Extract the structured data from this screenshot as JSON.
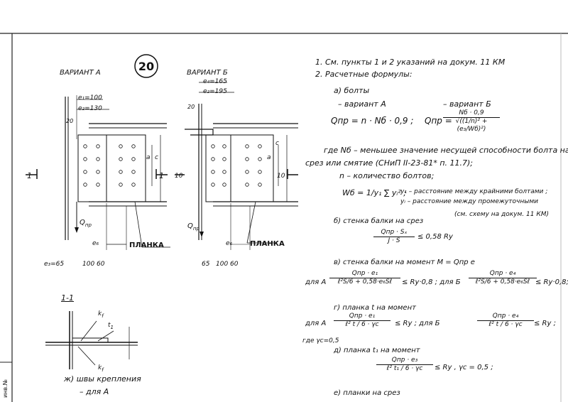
{
  "sheet_number": "20",
  "variant_a": {
    "title": "ВАРИАНТ А"
  },
  "variant_b": {
    "title": "ВАРИАНТ Б"
  },
  "dims": {
    "e1_100": "e₁=100",
    "e2_130": "e₂=130",
    "e4_165": "e₄=165",
    "e2_195": "e₂=195",
    "d20": "20",
    "d65": "65",
    "d100": "100",
    "d60": "60",
    "e3_65": "e₃=65",
    "e6": "e₆",
    "a": "a",
    "c": "c",
    "sec1": "1",
    "n10": "10"
  },
  "labels": {
    "planka": "ПЛАНКА",
    "qpr": "Q",
    "qpr_sub": "пр",
    "section": "1-1",
    "kf": "k",
    "kf_sub": "f",
    "t1": "t",
    "t1_sub": "1"
  },
  "notes": {
    "n1": "1. См. пункты 1 и 2 указаний на докум. 11 КМ",
    "n2": "2. Расчетные формулы:",
    "a_bolts": "а) болты",
    "var_a": "– вариант А",
    "var_b": "– вариант Б",
    "f_a": "Qпр = n · Nб · 0,9 ;",
    "f_b_left": "Qпр =",
    "f_b_num": "Nб · 0,9",
    "f_b_den": "√((1/n)² + (e₃/Wб)²)",
    "where1": "где Nб – меньшее значение несущей способности болта на",
    "where2": "срез или смятие (СНиП II-23-81* п. 11.7);",
    "where3": "n – количество болтов;",
    "wb": "Wб = 1/y₁ ∑ yᵢ² ;",
    "y1": "y₁ – расстояние между крайними болтами ;",
    "yi": "yᵢ – расстояние между промежуточными",
    "see": "(см. схему на докум. 11 КМ)",
    "b_wall": "б) стенка балки на срез",
    "b_num": "Qпр · Sₓ",
    "b_den": "J · S",
    "b_rhs": "≤ 0,58 Rу",
    "v_wall": "в) стенка балки на момент  M = Qпр e",
    "for_a": "для А",
    "v_a_num": "Qпр · e₁",
    "v_a_den": "ℓ²S/6 + 0,58·e₆Sℓ",
    "v_a_rhs": "≤ Rу·0,8 ;  для Б",
    "v_b_num": "Qпр · e₄",
    "v_b_den": "ℓ²S/6 + 0,58·e₆Sℓ",
    "v_b_rhs": "≤ Rу·0,8;",
    "g_plank": "г) планка  t на момент",
    "g_a_num": "Qпр · e₁",
    "g_a_den": "ℓ² t / 6 · γc",
    "g_a_rhs": "≤ Rу ;   для Б",
    "g_b_num": "Qпр · e₄",
    "g_b_den": "ℓ² t / 6 · γc",
    "g_b_rhs": "≤ Rу ;",
    "gamma": "где γc=0,5",
    "d_plank": "д) планка t₁ на момент",
    "d_num": "Qпр · e₃",
    "d_den": "ℓ² t₁ / 6 · γc",
    "d_rhs": "≤ Rу ,  γc = 0,5 ;",
    "e_plank": "е) планки на срез"
  },
  "bottom": {
    "welds": "ж) швы крепления",
    "for_a": "– для А",
    "side": "инв.№"
  }
}
